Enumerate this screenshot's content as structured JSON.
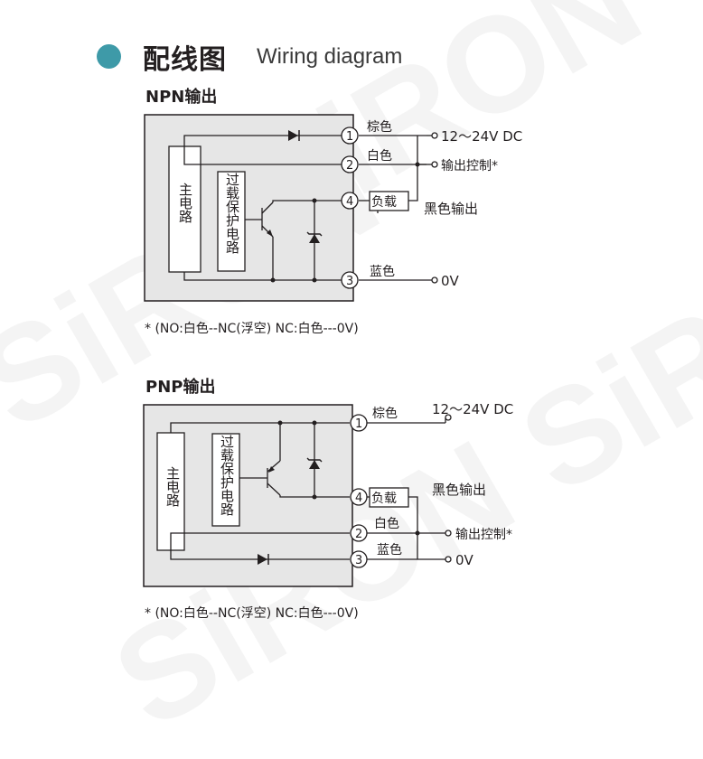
{
  "header": {
    "title_cn": "配线图",
    "title_en": "Wiring diagram"
  },
  "watermark": "SiRON",
  "npn": {
    "title": "NPN输出",
    "main_circuit": "主电路",
    "protection": "过载保护电路",
    "terminal_1": "1",
    "terminal_2": "2",
    "terminal_3": "3",
    "terminal_4": "4",
    "wire_1": "棕色",
    "wire_2": "白色",
    "wire_3": "蓝色",
    "load": "负载",
    "supply": "12～24V DC",
    "output_control": "输出控制*",
    "black_output": "黑色输出",
    "zero_v": "0V",
    "note": "* (NO:白色--NC(浮空)    NC:白色---0V)"
  },
  "pnp": {
    "title": "PNP输出",
    "main_circuit": "主电路",
    "protection": "过载保护电路",
    "terminal_1": "1",
    "terminal_2": "2",
    "terminal_3": "3",
    "terminal_4": "4",
    "wire_1": "棕色",
    "wire_2": "白色",
    "wire_3": "蓝色",
    "load": "负载",
    "supply": "12～24V DC",
    "output_control": "输出控制*",
    "black_output": "黑色输出",
    "zero_v": "0V",
    "note": "* (NO:白色--NC(浮空)    NC:白色---0V)"
  }
}
